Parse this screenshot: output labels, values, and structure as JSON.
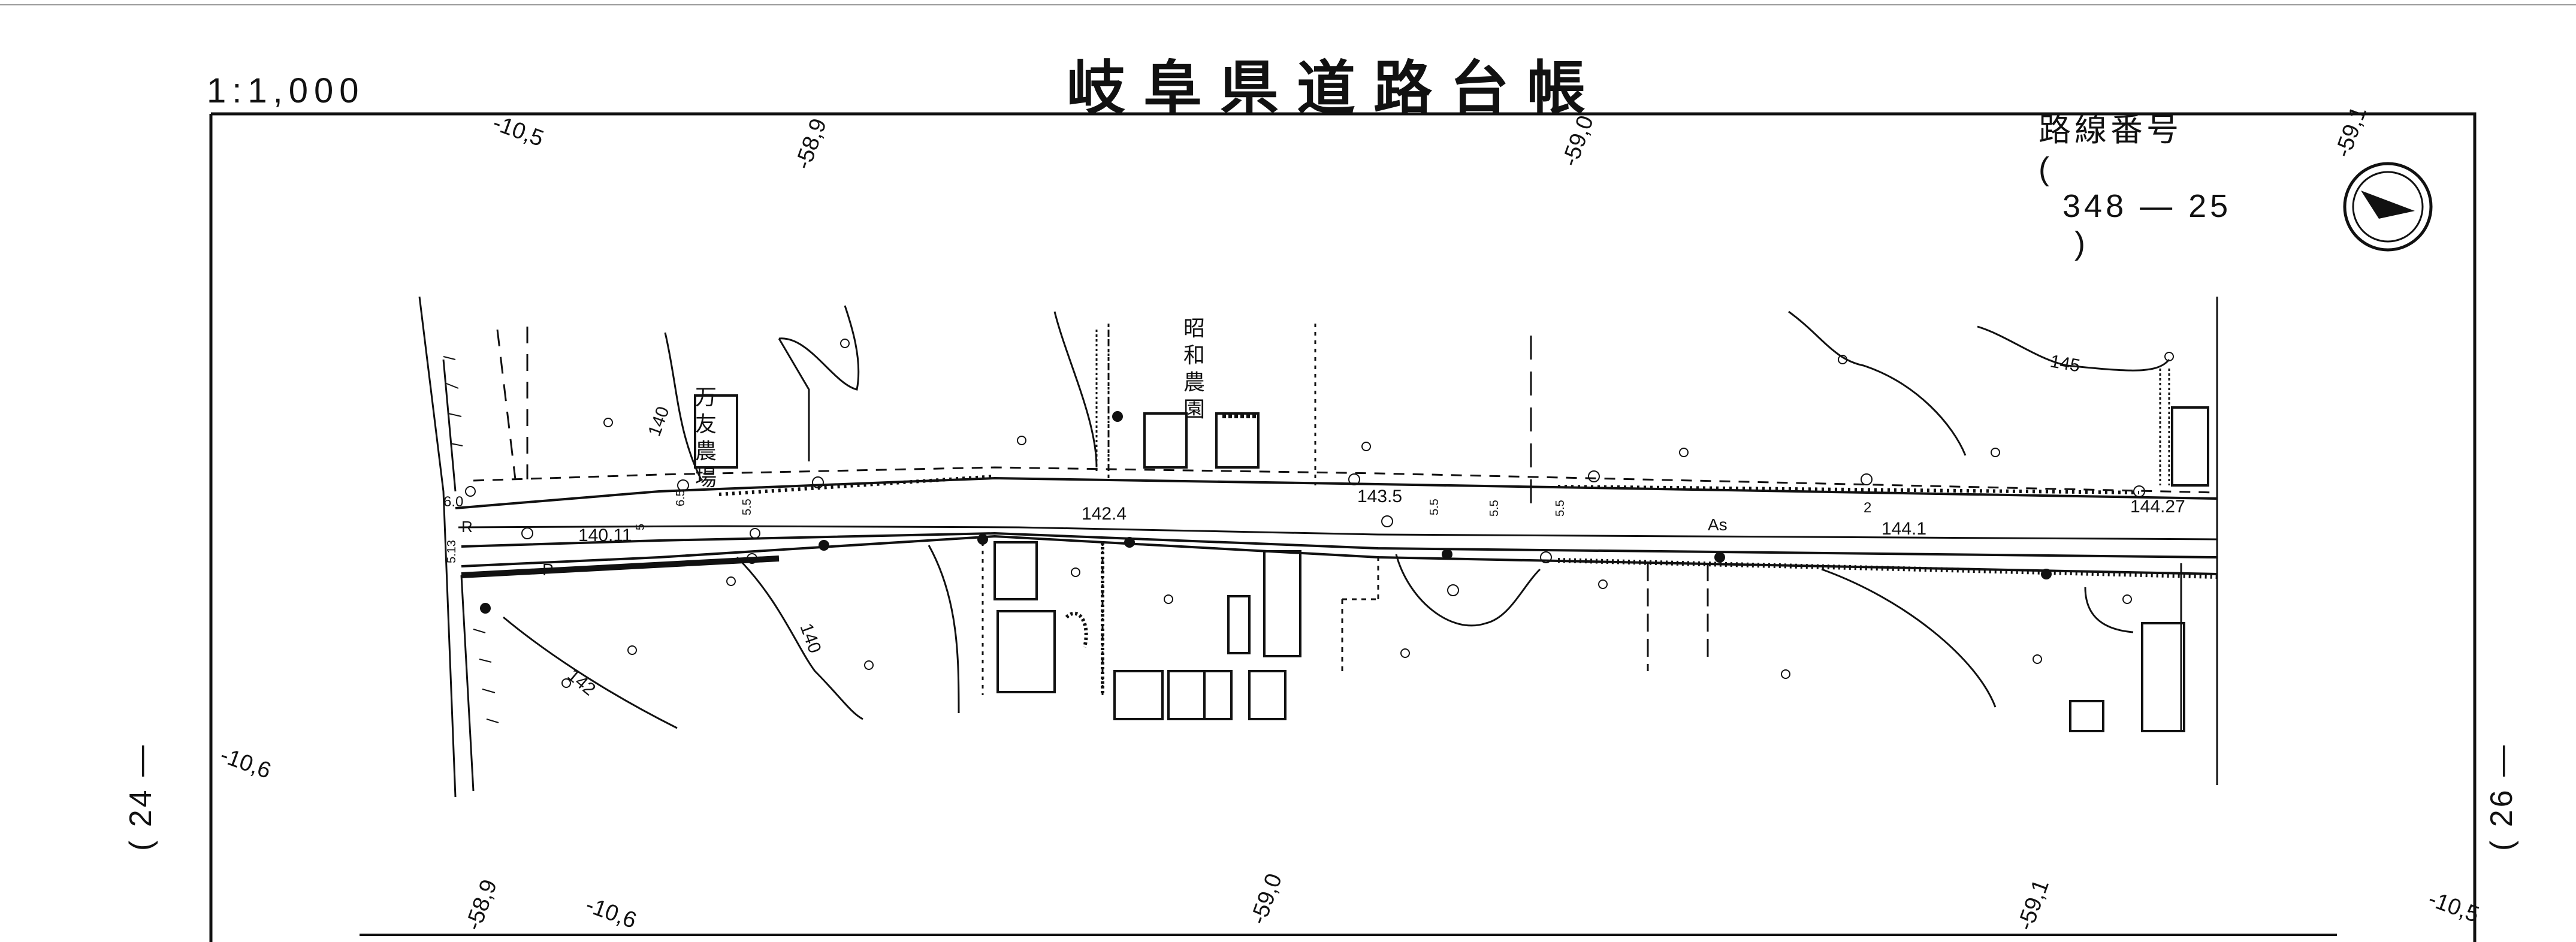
{
  "header": {
    "title": "岐阜県道路台帳",
    "scale": "1:1,000",
    "route_label": "路線番号",
    "route_open": "(",
    "route_number": "348 — 25",
    "route_close": ")"
  },
  "adjacent_sheets": {
    "left": "( 24 —",
    "right": "( 26 —"
  },
  "grid_labels": {
    "top_1": "-10,5",
    "top_2": "-58,9",
    "top_3": "-59,0",
    "top_4": "-59,1",
    "left_mid": "-10,6",
    "bottom_1": "-58,9",
    "bottom_2": "-10,6",
    "bottom_3": "-59,0",
    "bottom_4": "-59,1",
    "bottom_5": "-10,5"
  },
  "places": {
    "farm_1": [
      "万",
      "友",
      "農",
      "場"
    ],
    "farm_2": [
      "昭",
      "和",
      "農",
      "園"
    ]
  },
  "elevations": {
    "e1": "140.11",
    "e2": "142.4",
    "e3": "143.5",
    "e4": "144.1",
    "e5": "144.27",
    "c1": "140",
    "c2": "142",
    "c3": "140",
    "c4": "145"
  },
  "road_marks": {
    "surface": "As",
    "p": "P",
    "r": "R",
    "w60": "6.0",
    "w513": "5.13",
    "w55a": "5.5",
    "w55b": "5.5",
    "w55c": "5.5",
    "w55d": "5.5",
    "w65": "6.5",
    "w5": "5",
    "n2": "2"
  },
  "north_arrow": "north-arrow"
}
